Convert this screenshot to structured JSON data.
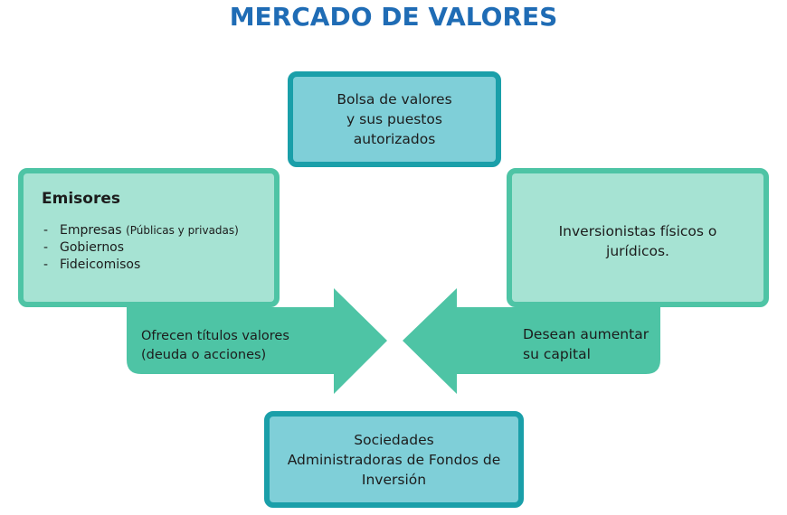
{
  "title": "MERCADO DE VALORES",
  "colors": {
    "title": "#1f6cb5",
    "teal_fill": "#7fcfd8",
    "teal_border": "#1a9fa9",
    "mint_fill": "#a6e3d3",
    "mint_border": "#4ec4a5",
    "arrow": "#4ec4a5"
  },
  "bolsa": {
    "lines": [
      "Bolsa de valores",
      "y sus puestos",
      "autorizados"
    ]
  },
  "emisores": {
    "title": "Emisores",
    "items": [
      {
        "dash": "-",
        "text": "Empresas",
        "note": "(Públicas y privadas)"
      },
      {
        "dash": "-",
        "text": "Gobiernos",
        "note": ""
      },
      {
        "dash": "-",
        "text": "Fideicomisos",
        "note": ""
      }
    ]
  },
  "inversionistas": {
    "lines": [
      "Inversionistas físicos o",
      "jurídicos."
    ]
  },
  "arrow_left": {
    "lines": [
      "Ofrecen títulos valores",
      "(deuda o acciones)"
    ]
  },
  "arrow_right": {
    "lines": [
      "Desean aumentar",
      "su capital"
    ]
  },
  "sociedades": {
    "lines": [
      "Sociedades",
      "Administradoras de Fondos de",
      "Inversión"
    ]
  }
}
